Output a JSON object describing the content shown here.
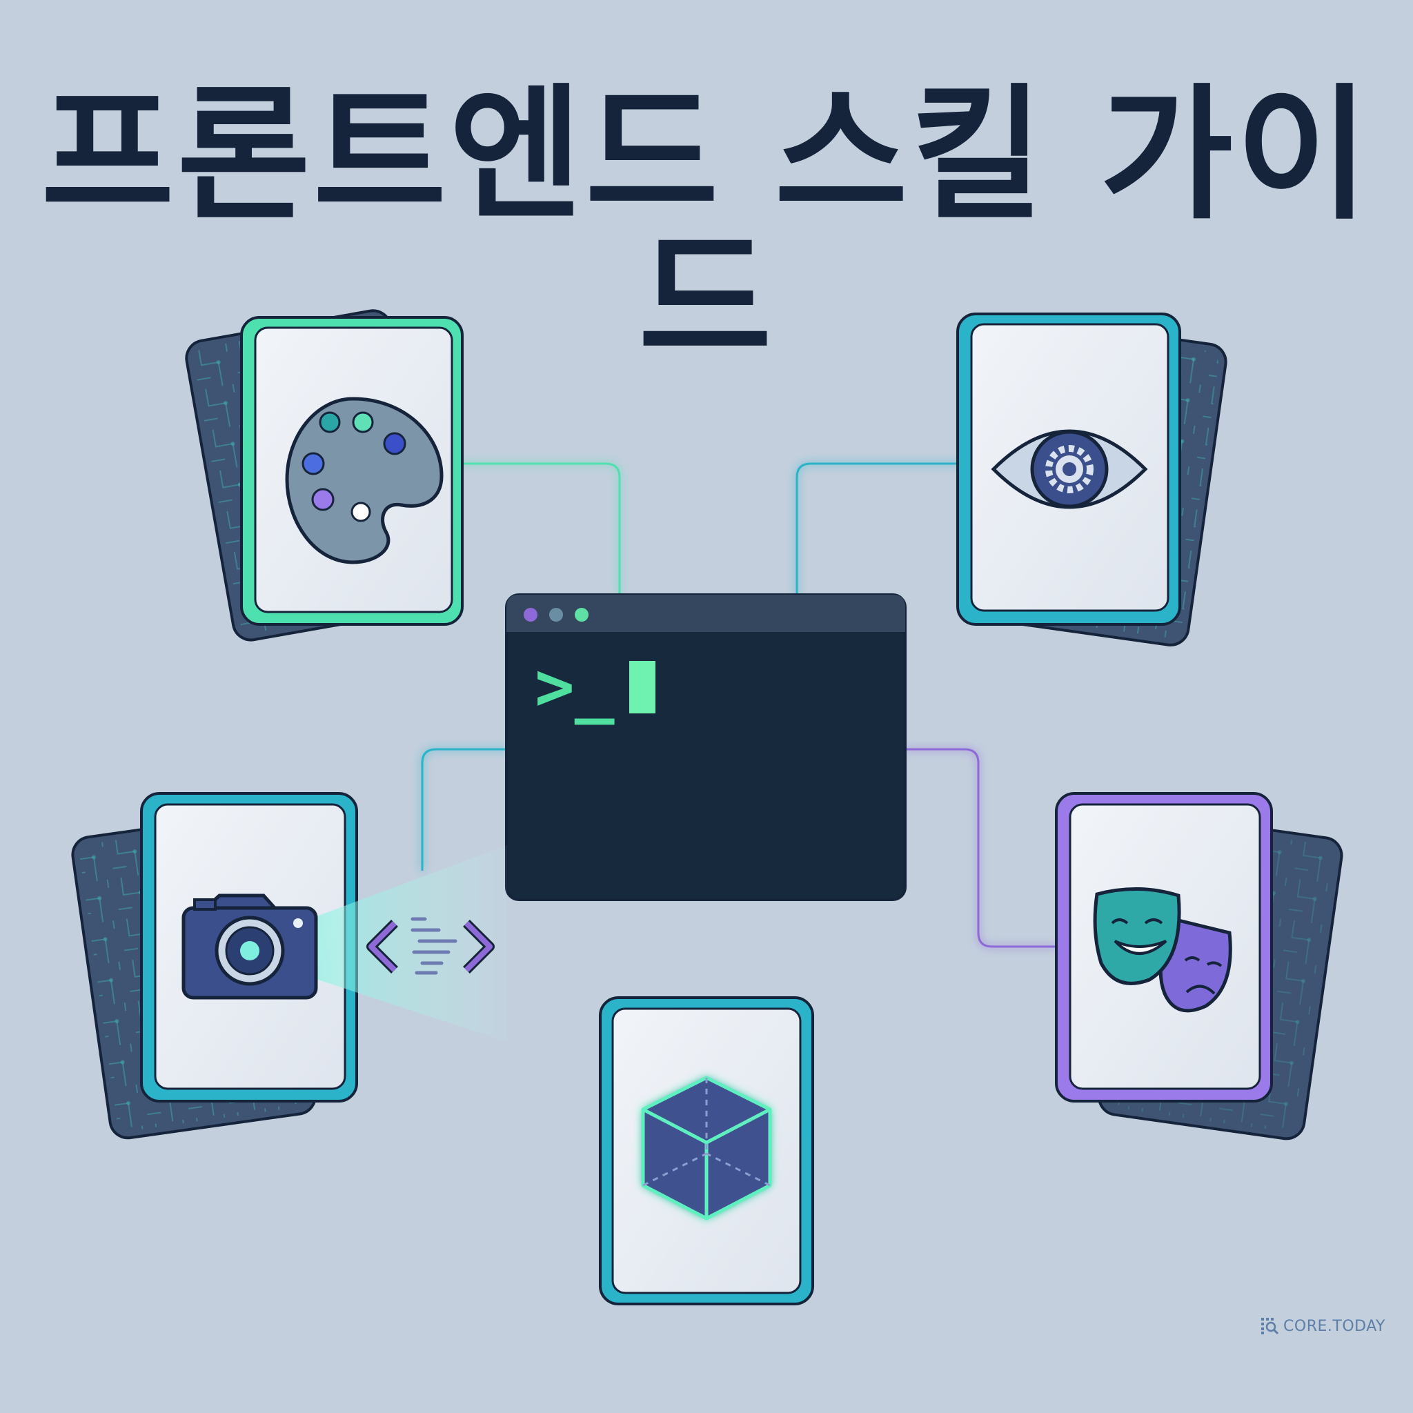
{
  "title": "프론트엔드 스킬 가이드",
  "terminal": {
    "prompt": ">_",
    "window_dots": [
      "#8d6ad8",
      "#6a8fa5",
      "#5fe0a5"
    ]
  },
  "cards": [
    {
      "id": "palette",
      "icon": "palette-icon",
      "border": "#4fe0b0"
    },
    {
      "id": "eye-gear",
      "icon": "eye-gear-icon",
      "border": "#2bb3c9"
    },
    {
      "id": "camera",
      "icon": "camera-icon",
      "border": "#2bb3c9"
    },
    {
      "id": "cube",
      "icon": "cube-icon",
      "border": "#2bb3c9"
    },
    {
      "id": "masks",
      "icon": "theater-masks-icon",
      "border": "#9b7bea"
    }
  ],
  "code_brackets": {
    "icon": "code-brackets-icon"
  },
  "brand": {
    "text": "CORE.TODAY"
  },
  "colors": {
    "background": "#c3cfdd",
    "terminal": "#16293d",
    "card_back": "#3f5373",
    "teal": "#2bb3c9",
    "mint": "#4fe0b0",
    "purple": "#9b7bea"
  }
}
